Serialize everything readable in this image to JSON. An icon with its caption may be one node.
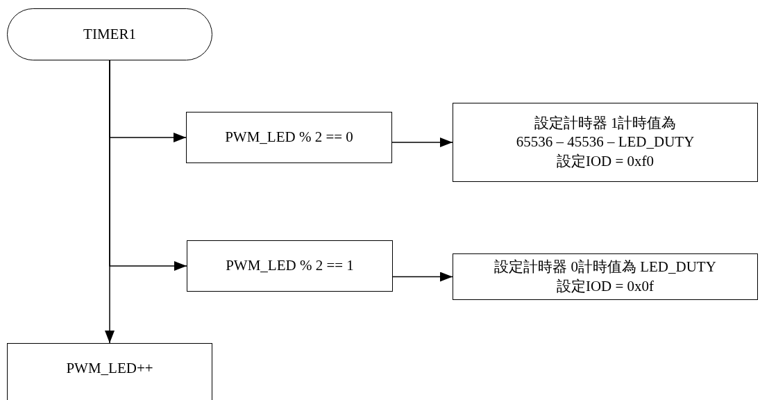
{
  "diagram": {
    "nodes": [
      {
        "text": [
          "TIMER1"
        ]
      },
      {
        "text": [
          "PWM_LED % 2 == 0"
        ]
      },
      {
        "text": [
          "設定計時器 1計時值為",
          "65536 – 45536 – LED_DUTY",
          "設定IOD = 0xf0"
        ]
      },
      {
        "text": [
          "PWM_LED % 2 == 1"
        ]
      },
      {
        "text": [
          "設定計時器 0計時值為 LED_DUTY",
          "設定IOD = 0x0f"
        ]
      },
      {
        "text": [
          "PWM_LED++"
        ]
      }
    ],
    "edges": [
      {
        "from": 0,
        "to": 1,
        "arrow": "to"
      },
      {
        "from": 1,
        "to": 2,
        "arrow": "to"
      },
      {
        "from": 0,
        "to": 3,
        "arrow": "to"
      },
      {
        "from": 3,
        "to": 4,
        "arrow": "to"
      },
      {
        "from": 0,
        "to": 5,
        "arrow": "to"
      }
    ]
  }
}
